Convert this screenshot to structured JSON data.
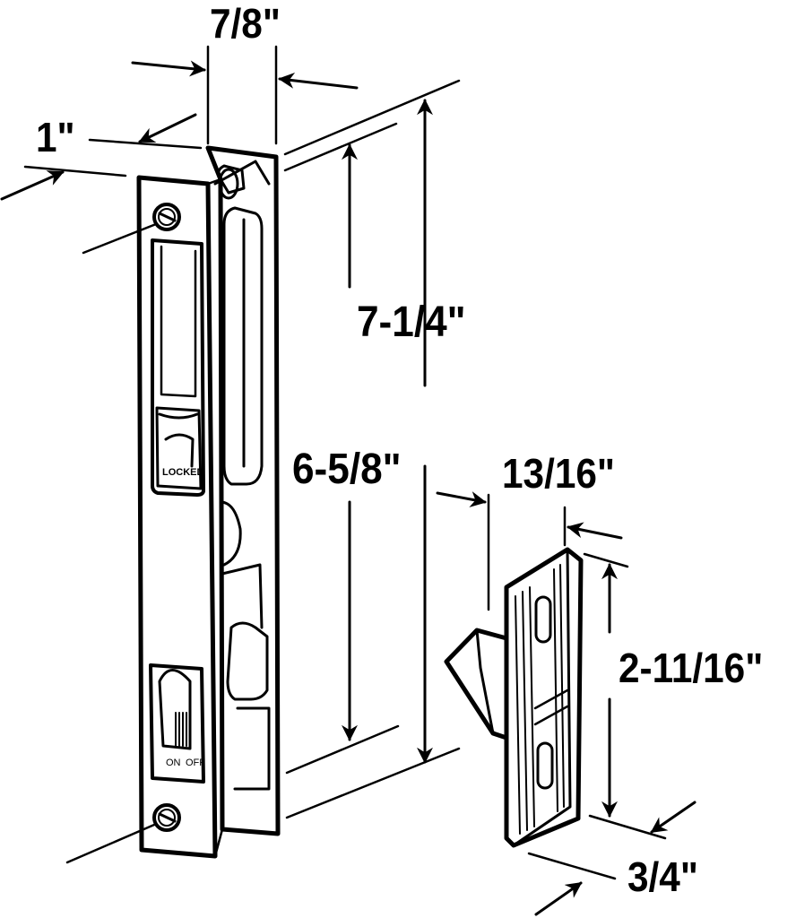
{
  "dimensions": {
    "depth": "7/8\"",
    "face_width": "1\"",
    "overall_height": "7-1/4\"",
    "screw_spacing": "6-5/8\"",
    "keeper_projection": "13/16\"",
    "keeper_height": "2-11/16\"",
    "keeper_width": "3/4\""
  },
  "markings": {
    "lock_state": "LOCKED",
    "switch_on": "ON",
    "switch_off": "OFF"
  }
}
